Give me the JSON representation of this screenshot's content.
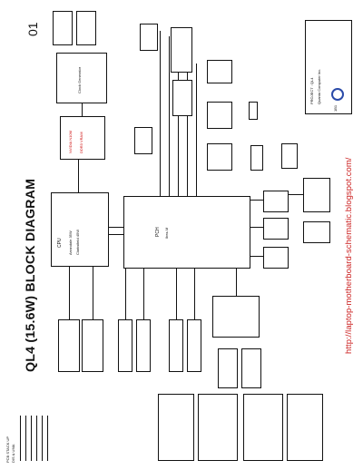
{
  "title": "QL4 (15.6W) BLOCK DIAGRAM",
  "page_number": "01",
  "watermark": "http://laptop-motherboard-schematic.blogspot.com/",
  "legend": {
    "line1": "PCB STACK UP",
    "line2": "DIS & UMA"
  },
  "labels": {
    "cpu": "CPU",
    "cpu_detail1": "Arrandale 35W",
    "cpu_detail2": "Clarksfield 45W",
    "pch": "PCH",
    "pch_detail": "Ibex-M",
    "clock": "Clock Generator",
    "vga_name": "NVIDIA N10M",
    "vga_detail": "DDR3 VRAM",
    "project": "PROJECT : QL4",
    "company": "Quanta Computer Inc.",
    "code": "1B1"
  },
  "colors": {
    "ink": "#111111",
    "watermark": "#cc2222",
    "vga_text": "#cc0000",
    "logo": "#2a4aa8"
  }
}
